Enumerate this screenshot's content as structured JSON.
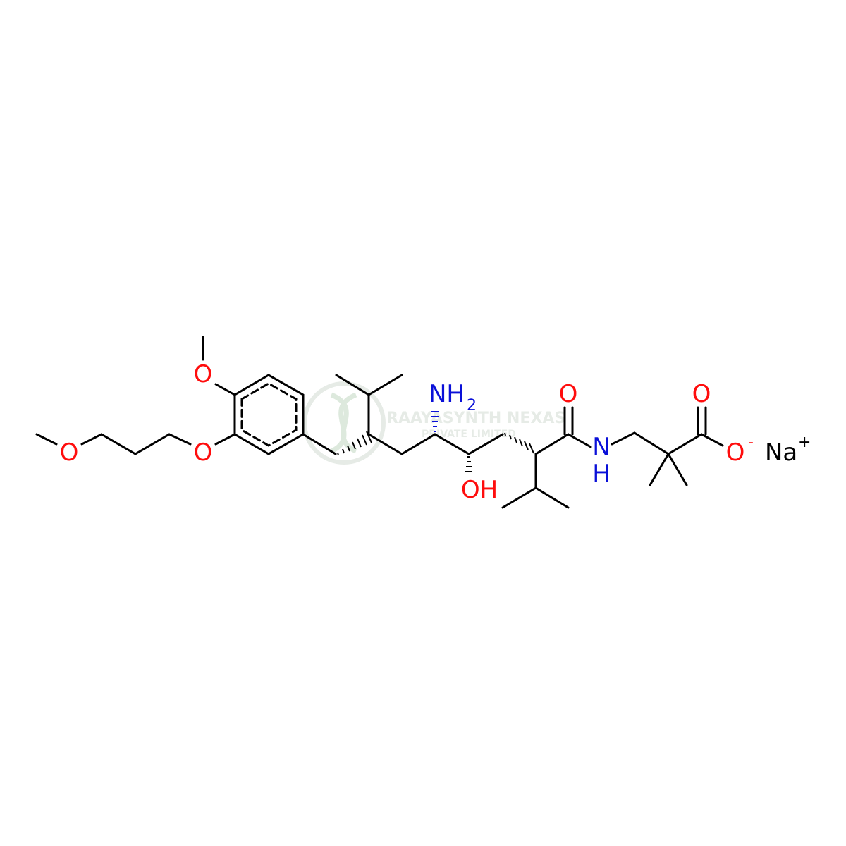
{
  "colors": {
    "bond": "#000000",
    "oxygen": "#ff0d0d",
    "nitrogen": "#0a10d8",
    "sodium": "#000000",
    "watermark": "#b8c7b8"
  },
  "labels": {
    "o_methoxy_top": "O",
    "o_ether_chain": "O",
    "o_aryl_ether": "O",
    "nh2_n": "NH",
    "nh2_sub": "2",
    "oh": "OH",
    "o_amide": "O",
    "nh_n": "N",
    "nh_h": "H",
    "o_acid_top": "O",
    "o_carboxylate": "O",
    "o_charge": "-",
    "na": "Na",
    "na_charge": "+"
  },
  "watermark": {
    "line1": "RAAYASYNTH NEXAS",
    "line2": "PRIVATE LIMITED"
  }
}
